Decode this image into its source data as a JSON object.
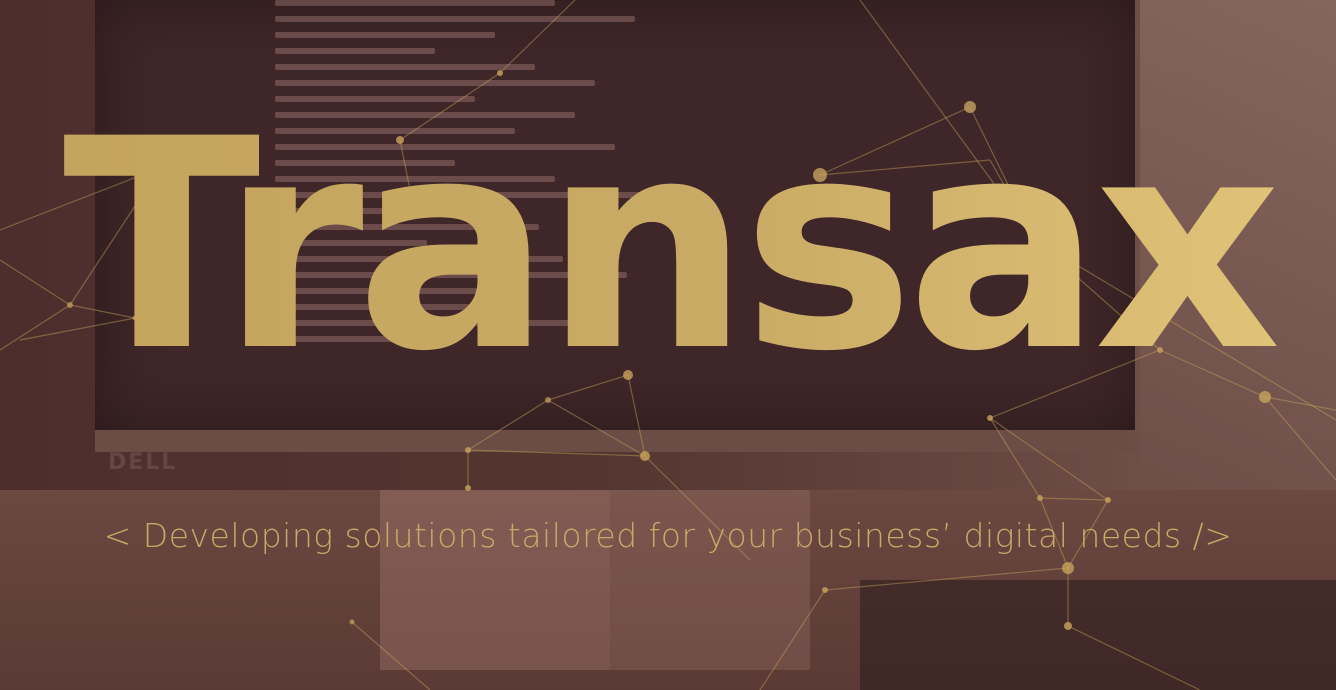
{
  "hero": {
    "title": "Transax",
    "tagline": "< Developing solutions tailored for your business’ digital needs />",
    "background_brand_text": "DELL"
  },
  "colors": {
    "title_gold": "#c9a962",
    "tagline_gold": "#c8aa67",
    "background_tint": "#4d2e2d",
    "network_lines": "#c7a35c"
  }
}
